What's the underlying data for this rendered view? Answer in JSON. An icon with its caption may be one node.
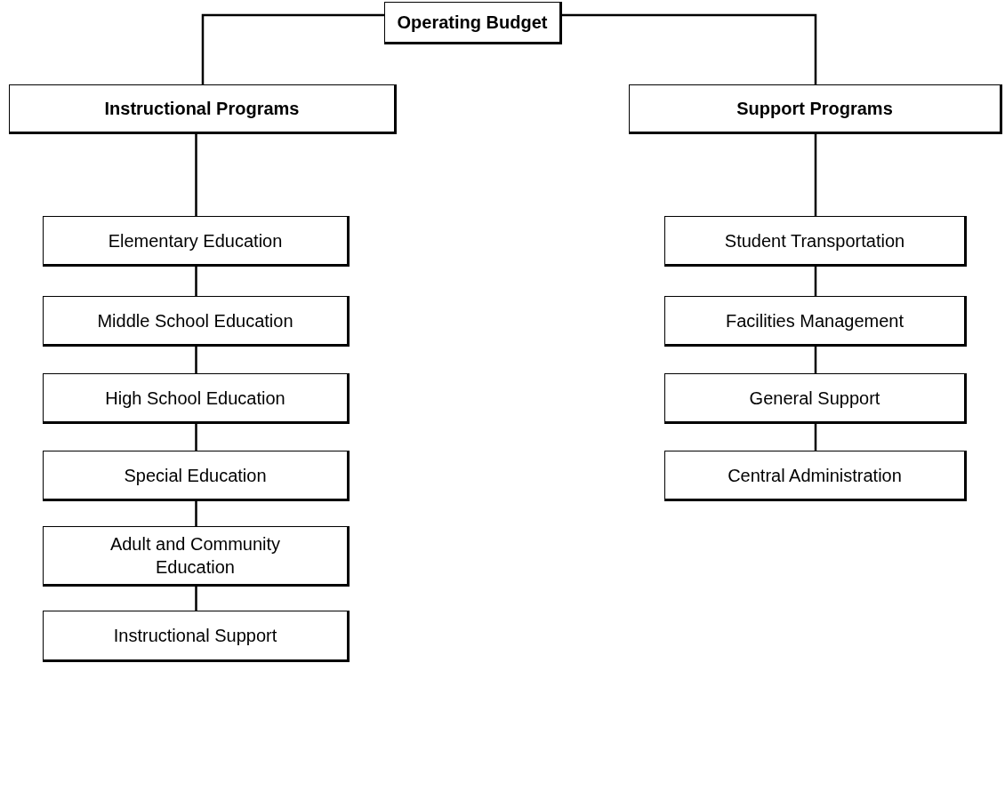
{
  "diagram": {
    "nodes": [
      {
        "text": [
          "Operating Budget"
        ]
      },
      {
        "text": [
          "Instructional Programs"
        ]
      },
      {
        "text": [
          "Support Programs"
        ]
      },
      {
        "text": [
          "Elementary Education"
        ]
      },
      {
        "text": [
          "Middle School Education"
        ]
      },
      {
        "text": [
          "High School Education"
        ]
      },
      {
        "text": [
          "Special Education"
        ]
      },
      {
        "text": [
          "Adult and Community Education"
        ]
      },
      {
        "text": [
          "Instructional Support"
        ]
      },
      {
        "text": [
          "Student Transportation"
        ]
      },
      {
        "text": [
          "Facilities Management"
        ]
      },
      {
        "text": [
          "General Support"
        ]
      },
      {
        "text": [
          "Central Administration"
        ]
      }
    ],
    "edges": [
      {
        "from": 0,
        "to": 1,
        "arrow": "none"
      },
      {
        "from": 0,
        "to": 2,
        "arrow": "none"
      },
      {
        "from": 1,
        "to": 3,
        "arrow": "none"
      },
      {
        "from": 3,
        "to": 4,
        "arrow": "none"
      },
      {
        "from": 4,
        "to": 5,
        "arrow": "none"
      },
      {
        "from": 5,
        "to": 6,
        "arrow": "none"
      },
      {
        "from": 6,
        "to": 7,
        "arrow": "none"
      },
      {
        "from": 7,
        "to": 8,
        "arrow": "none"
      },
      {
        "from": 2,
        "to": 9,
        "arrow": "none"
      },
      {
        "from": 9,
        "to": 10,
        "arrow": "none"
      },
      {
        "from": 10,
        "to": 11,
        "arrow": "none"
      },
      {
        "from": 11,
        "to": 12,
        "arrow": "none"
      }
    ]
  }
}
